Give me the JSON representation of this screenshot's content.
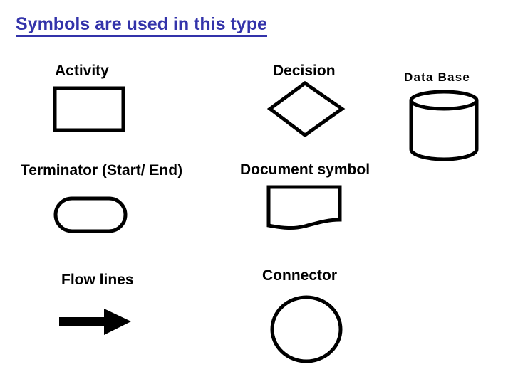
{
  "slide": {
    "title": "Symbols are used in this type",
    "title_color": "#3333aa",
    "background_color": "#ffffff",
    "shape_stroke_color": "#000000",
    "text_color": "#000000"
  },
  "symbols": [
    {
      "label": "Activity",
      "shape": "rectangle",
      "icon_name": "activity-rectangle-icon"
    },
    {
      "label": "Decision",
      "shape": "diamond",
      "icon_name": "decision-diamond-icon"
    },
    {
      "label": "Data Base",
      "shape": "cylinder",
      "icon_name": "database-cylinder-icon"
    },
    {
      "label": "Terminator (Start/ End)",
      "shape": "stadium",
      "icon_name": "terminator-stadium-icon"
    },
    {
      "label": "Document symbol",
      "shape": "document",
      "icon_name": "document-wave-icon"
    },
    {
      "label": "Flow lines",
      "shape": "arrow",
      "icon_name": "flow-arrow-icon"
    },
    {
      "label": "Connector",
      "shape": "circle",
      "icon_name": "connector-circle-icon"
    }
  ]
}
